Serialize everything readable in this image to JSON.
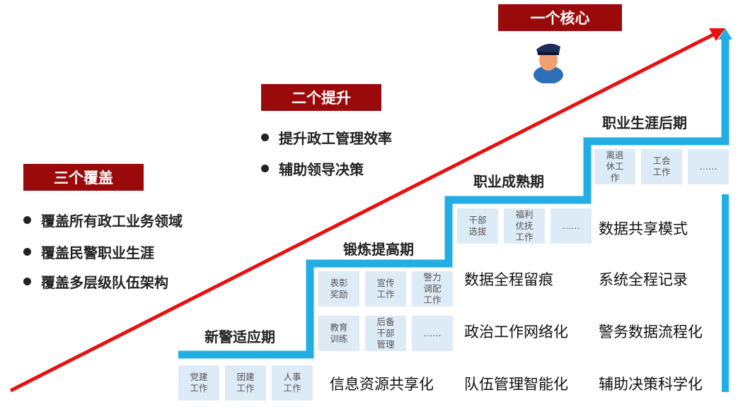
{
  "core": {
    "title": "一个核心"
  },
  "two": {
    "title": "二个提升",
    "items": [
      "提升政工管理效率",
      "辅助领导决策"
    ]
  },
  "three": {
    "title": "三个覆盖",
    "items": [
      "覆盖所有政工业务领域",
      "覆盖民警职业生涯",
      "覆盖多层级队伍架构"
    ]
  },
  "stages": [
    "新警适应期",
    "锻炼提高期",
    "职业成熟期",
    "职业生涯后期"
  ],
  "boxes": {
    "s1": [
      "党建\n工作",
      "团建\n工作",
      "人事\n工作"
    ],
    "s2a": [
      "表彰\n奖励",
      "宣传\n工作",
      "警力\n调配\n工作"
    ],
    "s2b": [
      "教育\n训练",
      "后备\n干部\n管理",
      "……"
    ],
    "s3": [
      "干部\n选拔",
      "福利\n优抚\n工作",
      "……"
    ],
    "s4": [
      "离退\n休工\n作",
      "工会\n工作",
      "……"
    ]
  },
  "features": [
    "信息资源共享化",
    "队伍管理智能化",
    "辅助决策科学化",
    "政治工作网络化",
    "警务数据流程化",
    "数据全程留痕",
    "系统全程记录",
    "数据共享模式"
  ],
  "colors": {
    "banner": "#9b0a0a",
    "step": "#22aee5",
    "arrow": "#e81010",
    "box": "#ddebf7"
  }
}
